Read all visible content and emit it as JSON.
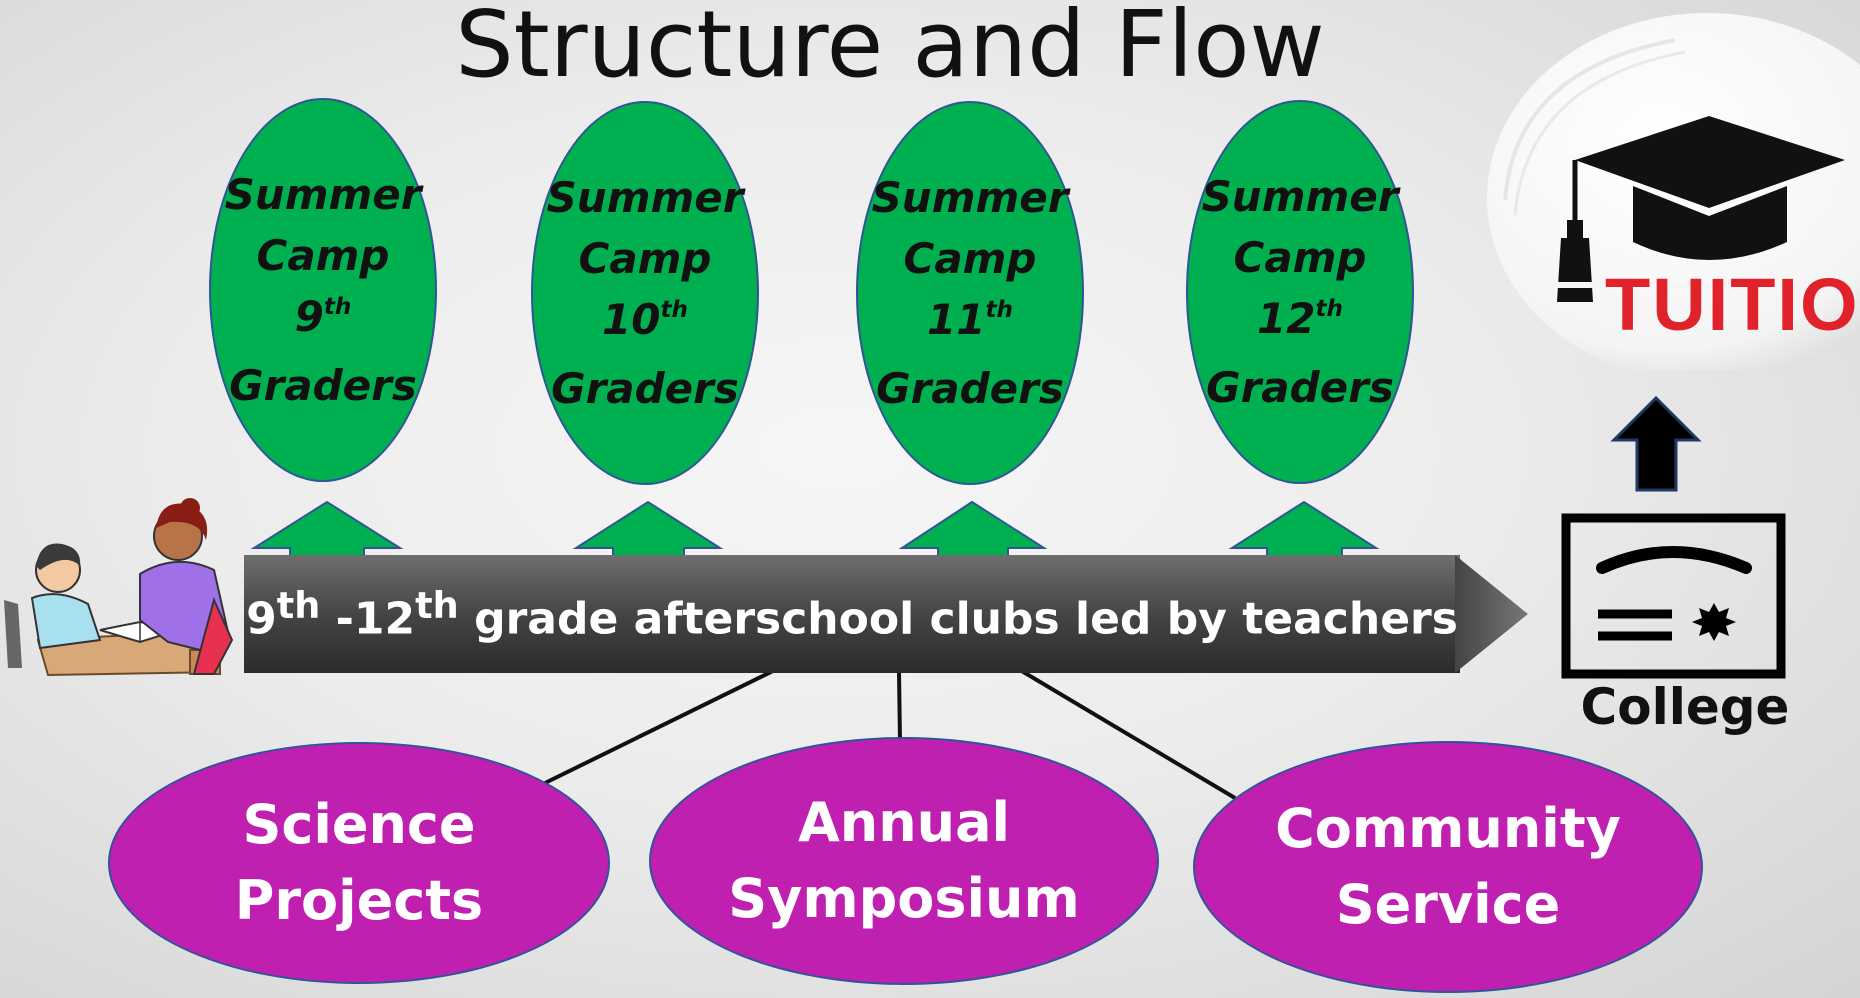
{
  "title": "Structure and Flow",
  "summer_camps": [
    {
      "line1": "Summer",
      "line2": "Camp",
      "grade": "9",
      "suffix": "th",
      "line4": "Graders"
    },
    {
      "line1": "Summer",
      "line2": "Camp",
      "grade": "10",
      "suffix": "th",
      "line4": "Graders"
    },
    {
      "line1": "Summer",
      "line2": "Camp",
      "grade": "11",
      "suffix": "th",
      "line4": "Graders"
    },
    {
      "line1": "Summer",
      "line2": "Camp",
      "grade": "12",
      "suffix": "th",
      "line4": "Graders"
    }
  ],
  "banner": {
    "start": "9",
    "start_sup": "th",
    "mid": " -12",
    "mid_sup": "th",
    "rest": " grade afterschool clubs led by teachers"
  },
  "activities": [
    {
      "line1": "Science",
      "line2": "Projects"
    },
    {
      "line1": "Annual",
      "line2": "Symposium"
    },
    {
      "line1": "Community",
      "line2": "Service"
    }
  ],
  "college": {
    "label": "College"
  },
  "tuition_logo": {
    "text": "TUITIO"
  },
  "icons": [
    "students-clipart",
    "diploma-icon",
    "graduation-cap-icon",
    "arrow-up-icon"
  ],
  "colors": {
    "camp_fill": "#00b050",
    "activity_fill": "#c020b0",
    "arrow_green": "#00b050",
    "banner_dark": "#4a4a4a",
    "outline_blue": "#2f5597"
  }
}
